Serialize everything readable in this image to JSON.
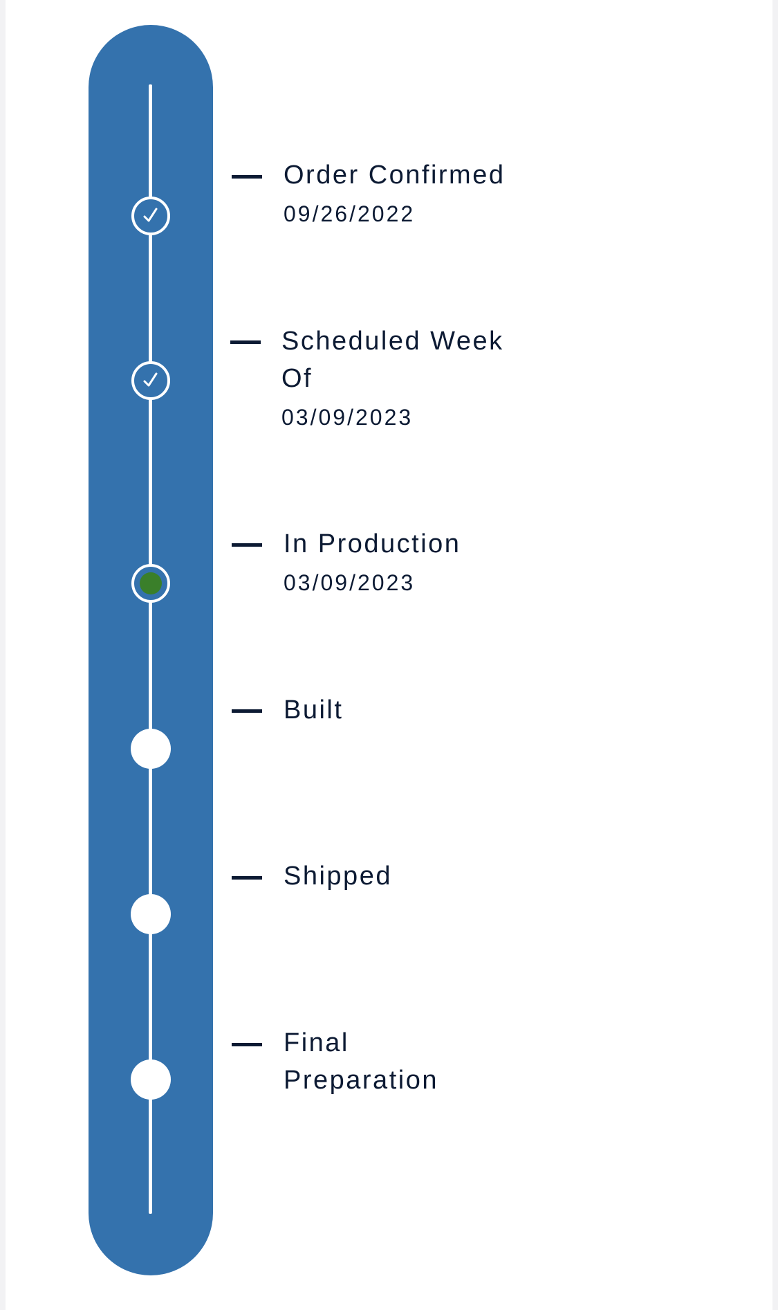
{
  "timeline": {
    "steps": [
      {
        "title_lines": [
          "Order Confirmed"
        ],
        "date": "09/26/2022",
        "status": "complete"
      },
      {
        "title_lines": [
          "Scheduled Week",
          "Of"
        ],
        "date": "03/09/2023",
        "status": "complete"
      },
      {
        "title_lines": [
          "In Production"
        ],
        "date": "03/09/2023",
        "status": "current"
      },
      {
        "title_lines": [
          "Built"
        ],
        "date": "",
        "status": "pending"
      },
      {
        "title_lines": [
          "Shipped"
        ],
        "date": "",
        "status": "pending"
      },
      {
        "title_lines": [
          "Final",
          "Preparation"
        ],
        "date": "",
        "status": "pending"
      }
    ]
  },
  "colors": {
    "track": "#3472ad",
    "text": "#0c1a33",
    "current_dot": "#3a7f2a",
    "node": "#ffffff"
  },
  "icons": {
    "complete": "check-circle-icon",
    "current": "current-dot-icon",
    "pending": "pending-circle-icon"
  }
}
